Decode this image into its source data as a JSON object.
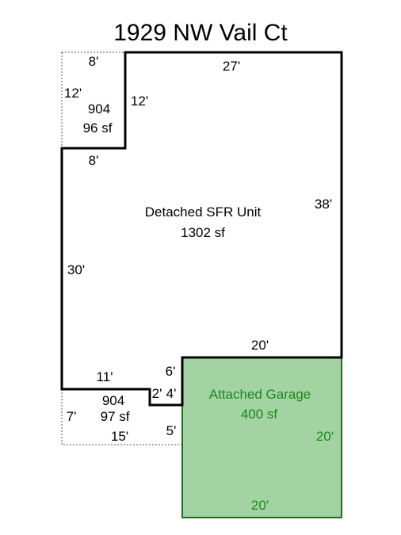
{
  "title": "1929 NW Vail Ct",
  "colors": {
    "outline": "#000000",
    "dotted": "#555555",
    "garage_fill": "#a3d3a3",
    "garage_stroke": "#1e6e1e",
    "garage_text": "#1a8a1a"
  },
  "main_unit": {
    "name": "Detached SFR Unit",
    "area": "1302 sf"
  },
  "area_top": {
    "code": "904",
    "area": "96 sf"
  },
  "area_bottom": {
    "code": "904",
    "area": "97 sf"
  },
  "garage": {
    "name": "Attached Garage",
    "area": "400 sf"
  },
  "dimensions": {
    "top_notch_width": "8'",
    "top_notch_left_height": "12'",
    "top_notch_right_height": "12'",
    "top_notch_bottom_width": "8'",
    "top_width": "27'",
    "right_height": "38'",
    "left_height": "30'",
    "garage_top_width": "20'",
    "bottom_left_width": "11'",
    "step_upper_height": "6'",
    "step_width": "2'",
    "step_lower_height": "4'",
    "bottom_notch_left_height": "7'",
    "bottom_notch_bottom_width": "15'",
    "bottom_notch_right_height": "5'",
    "garage_right_height": "20'",
    "garage_bottom_width": "20'"
  }
}
